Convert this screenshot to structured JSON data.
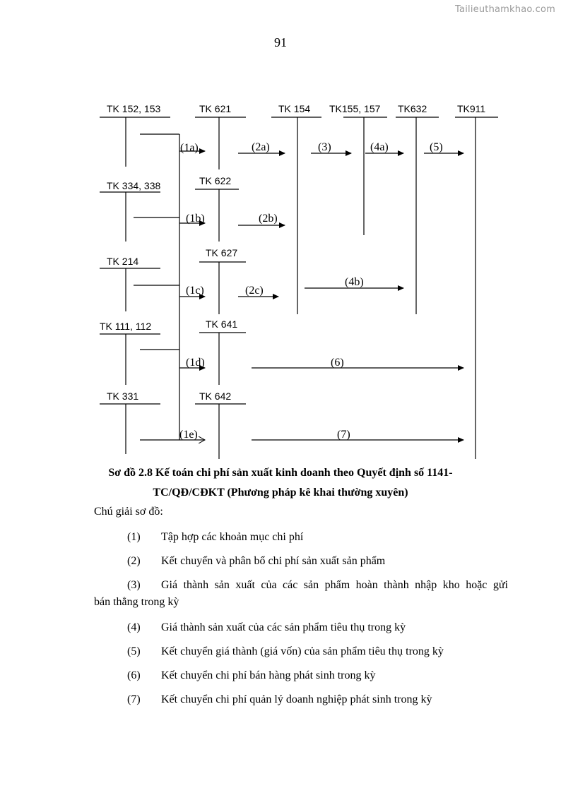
{
  "watermark": "Tailieuthamkhao.com",
  "page_number": "91",
  "diagram": {
    "accounts": [
      "TK 152, 153",
      "TK 621",
      "TK 154",
      "TK155, 157",
      "TK632",
      "TK911",
      "TK 334, 338",
      "TK 622",
      "TK 214",
      "TK 627",
      "TK 111, 112",
      "TK 641",
      "TK 331",
      "TK 642"
    ],
    "steps": [
      "(1a)",
      "(2a)",
      "(3)",
      "(4a)",
      "(5)",
      "(1b)",
      "(2b)",
      "(1c)",
      "(2c)",
      "(4b)",
      "(1d)",
      "(6)",
      "(1e)",
      "(7)"
    ]
  },
  "caption": {
    "line1": "Sơ đồ 2.8   Kế toán chi phí sản xuất kinh doanh theo Quyết định số 1141-",
    "line2": "TC/QĐ/CĐKT (Phương pháp kê khai thường xuyên)"
  },
  "legend": {
    "title": "Chú giải sơ đồ:",
    "items": [
      {
        "num": "(1)",
        "text": "Tập hợp các  khoản mục chi phí"
      },
      {
        "num": "(2)",
        "text": "Kết chuyển và phân bổ chi phí sản xuất sản phẩm"
      },
      {
        "num": "(3)",
        "text": "Giá thành sản xuất của các sản phẩm hoàn thành nhập kho hoặc gửi",
        "cont": "bán thẳng trong kỳ"
      },
      {
        "num": "(4)",
        "text": "Giá thành sản xuất của các sản phẩm tiêu thụ trong kỳ"
      },
      {
        "num": "(5)",
        "text": "Kết chuyển giá thành (giá vốn) của  sản phẩm tiêu thụ trong kỳ"
      },
      {
        "num": "(6)",
        "text": "Kết chuyển chi phí bán hàng phát sinh trong kỳ"
      },
      {
        "num": "(7)",
        "text": "Kết chuyển chi phí quản lý doanh nghiệp phát sinh trong kỳ"
      }
    ]
  }
}
